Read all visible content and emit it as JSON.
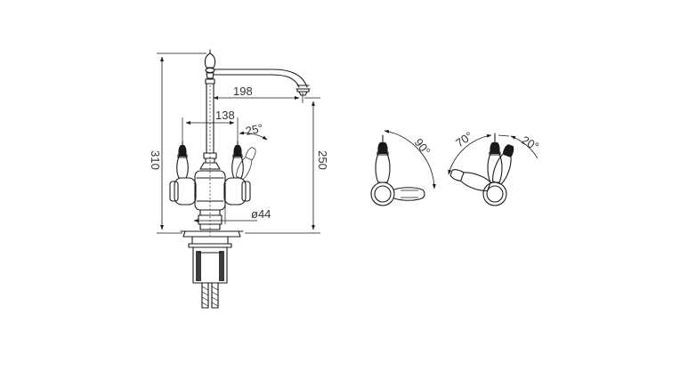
{
  "diagram": {
    "dimensions": {
      "total_height": "310",
      "spout_height": "250",
      "spout_reach": "198",
      "handle_spacing": "138",
      "handle_tilt": "25°",
      "body_diameter": "ø44"
    },
    "rotation_views": {
      "single_handle": {
        "angle": "90°"
      },
      "dual_handle": {
        "angle_left": "70°",
        "angle_right": "20°"
      }
    }
  }
}
